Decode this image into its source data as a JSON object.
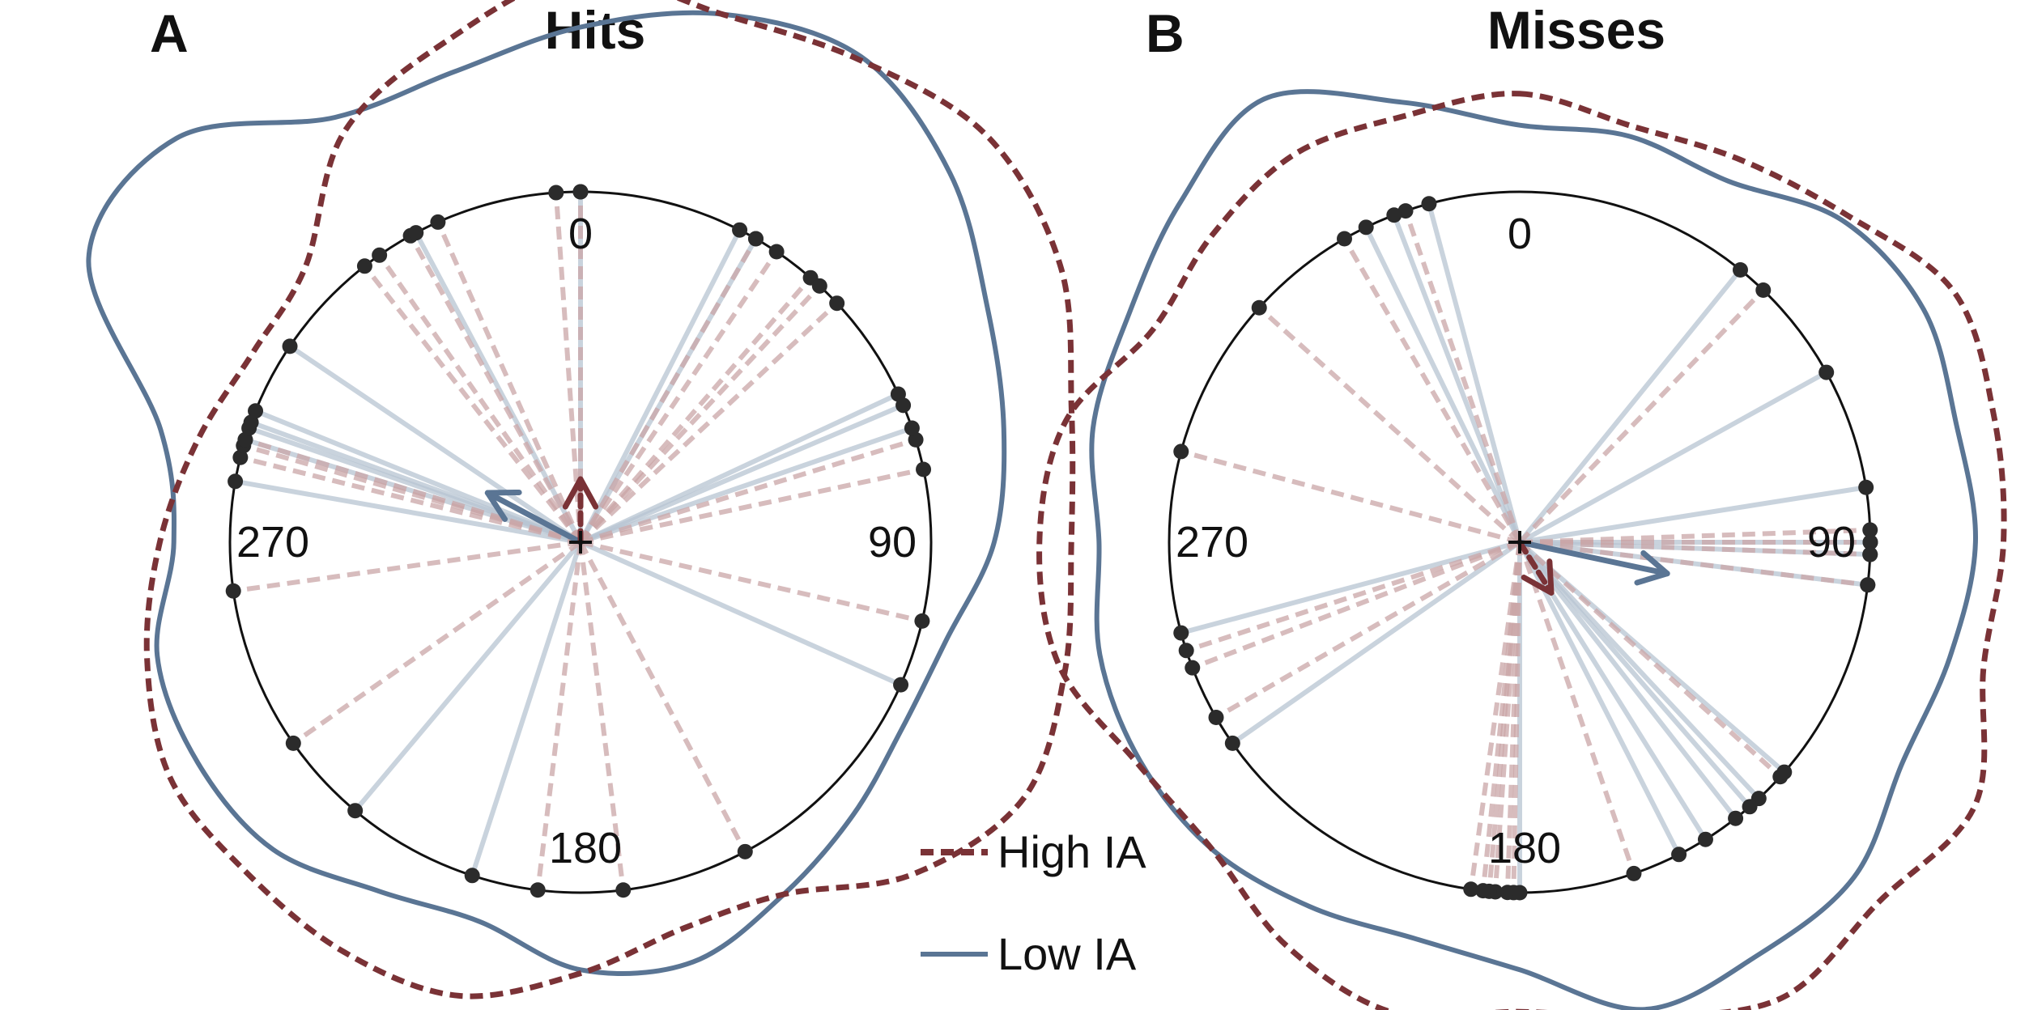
{
  "colors": {
    "high": "#7a3236",
    "low": "#5a7594",
    "high_spoke": "#c9a6a7",
    "low_spoke": "#b7c4d2",
    "dot": "#2b2b2b",
    "circle": "#111111"
  },
  "legend": {
    "high_label": "High IA",
    "low_label": "Low IA"
  },
  "chart_data": [
    {
      "type": "polar",
      "panel": "A",
      "title": "Hits",
      "direction_labels": [
        "0",
        "90",
        "180",
        "270"
      ],
      "high_ia_trials_deg": [
        0,
        30,
        34,
        41,
        43,
        47,
        73,
        78,
        103,
        152,
        173,
        187,
        235,
        262,
        284,
        286,
        287,
        322,
        325,
        331,
        336,
        356
      ],
      "low_ia_trials_deg": [
        0,
        27,
        30,
        65,
        67,
        71,
        114,
        198,
        220,
        280,
        287,
        289,
        290,
        292,
        304,
        332
      ],
      "high_ia_mean": {
        "angle_deg": 0,
        "resultant": 0.18
      },
      "low_ia_mean": {
        "angle_deg": 298,
        "resultant": 0.3
      },
      "high_ia_density": [
        1.62,
        1.56,
        1.59,
        1.64,
        1.58,
        1.45,
        1.4,
        1.43,
        1.46,
        1.34,
        1.16,
        1.14,
        1.23,
        1.34,
        1.35,
        1.34,
        1.35,
        1.28,
        1.2,
        1.13,
        1.08,
        1.11,
        1.35,
        1.48
      ],
      "low_ia_density": [
        1.47,
        1.56,
        1.6,
        1.49,
        1.34,
        1.25,
        1.18,
        1.08,
        1.06,
        1.1,
        1.16,
        1.24,
        1.22,
        1.12,
        1.15,
        1.24,
        1.26,
        1.25,
        1.16,
        1.24,
        1.62,
        1.63,
        1.4,
        1.39
      ]
    },
    {
      "type": "polar",
      "panel": "B",
      "title": "Misses",
      "direction_labels": [
        "0",
        "90",
        "180",
        "270"
      ],
      "high_ia_trials_deg": [
        44,
        88,
        90,
        92,
        97,
        132,
        161,
        181,
        182,
        184,
        185,
        186,
        188,
        240,
        249,
        252,
        285,
        312,
        330,
        341
      ],
      "low_ia_trials_deg": [
        39,
        61,
        81,
        90,
        92,
        97,
        131,
        137,
        139,
        142,
        148,
        153,
        180,
        235,
        255,
        334,
        339,
        345
      ],
      "high_ia_mean": {
        "angle_deg": 148,
        "resultant": 0.17
      },
      "low_ia_mean": {
        "angle_deg": 102,
        "resultant": 0.43
      },
      "high_ia_density": [
        1.28,
        1.23,
        1.26,
        1.32,
        1.43,
        1.4,
        1.38,
        1.37,
        1.5,
        1.45,
        1.5,
        1.4,
        1.34,
        1.39,
        1.33,
        1.24,
        1.26,
        1.36,
        1.37,
        1.34,
        1.21,
        1.24,
        1.28,
        1.26
      ],
      "low_ia_density": [
        1.19,
        1.2,
        1.19,
        1.3,
        1.33,
        1.29,
        1.3,
        1.27,
        1.26,
        1.35,
        1.36,
        1.38,
        1.22,
        1.17,
        1.2,
        1.24,
        1.25,
        1.24,
        1.2,
        1.26,
        1.29,
        1.37,
        1.46,
        1.3
      ]
    }
  ]
}
